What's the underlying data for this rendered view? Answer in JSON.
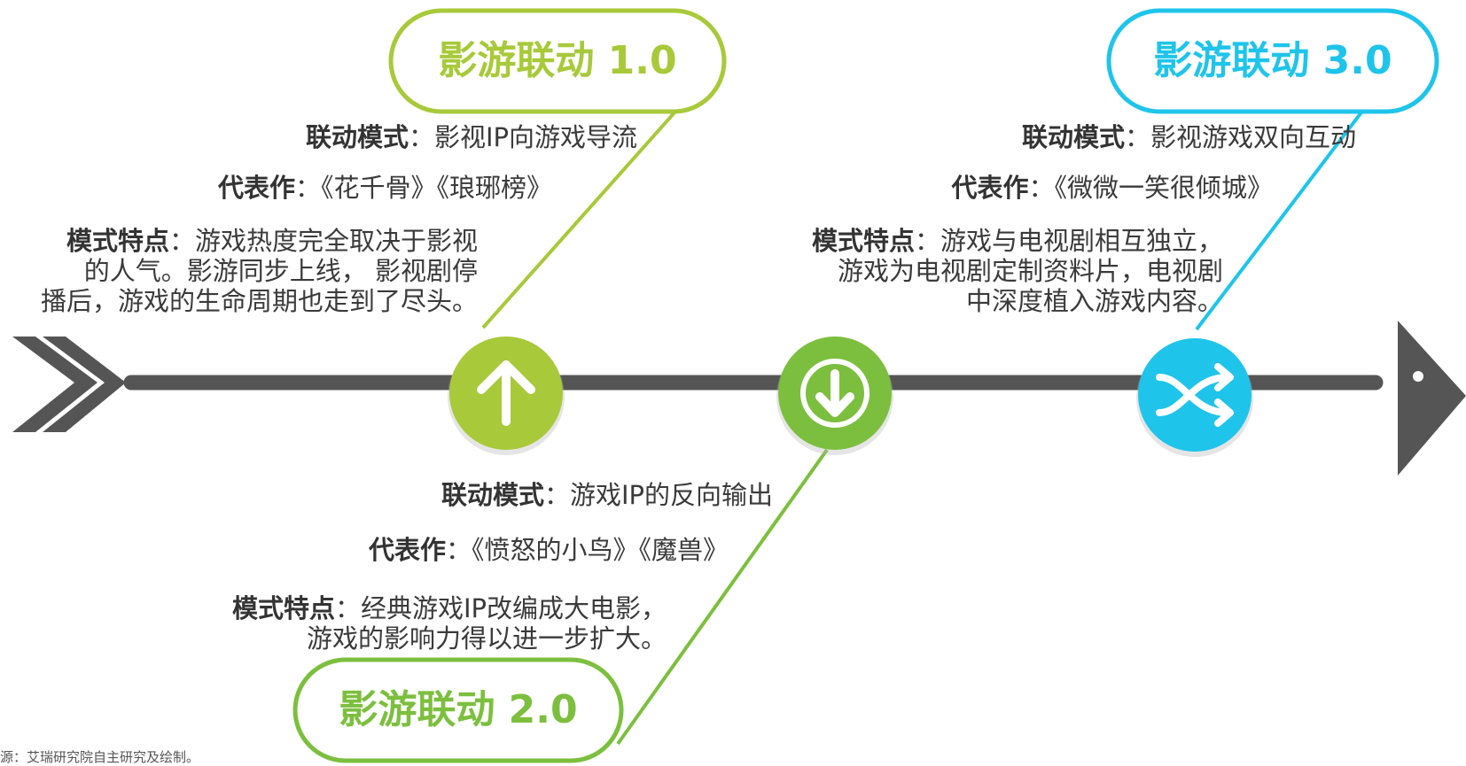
{
  "colors": {
    "stage1": "#a8c93a",
    "stage2": "#7cbf3e",
    "stage3": "#1fc4ea",
    "axis": "#555555",
    "text": "#333333"
  },
  "stages": [
    {
      "title": "影游联动 1.0",
      "icon": "arrow-up-icon",
      "mode_key": "联动模式",
      "mode_val": "：影视IP向游戏导流",
      "works_key": "代表作",
      "works_val": "：《花千骨》《琅琊榜》",
      "feature_key": "模式特点",
      "feature_lines": [
        "：游戏热度完全取决于影视",
        "的人气。影游同步上线， 影视剧停",
        "播后，游戏的生命周期也走到了尽头。"
      ]
    },
    {
      "title": "影游联动 2.0",
      "icon": "arrow-down-icon",
      "mode_key": "联动模式",
      "mode_val": "：游戏IP的反向输出",
      "works_key": "代表作",
      "works_val": "：《愤怒的小鸟》《魔兽》",
      "feature_key": "模式特点",
      "feature_lines": [
        "：经典游戏IP改编成大电影，",
        "游戏的影响力得以进一步扩大。"
      ]
    },
    {
      "title": "影游联动 3.0",
      "icon": "shuffle-icon",
      "mode_key": "联动模式",
      "mode_val": "：影视游戏双向互动",
      "works_key": "代表作",
      "works_val": "：《微微一笑很倾城》",
      "feature_key": "模式特点",
      "feature_lines": [
        "：游戏与电视剧相互独立，",
        "游戏为电视剧定制资料片，电视剧",
        "中深度植入游戏内容。"
      ]
    }
  ],
  "source": "源：艾瑞研究院自主研究及绘制。"
}
